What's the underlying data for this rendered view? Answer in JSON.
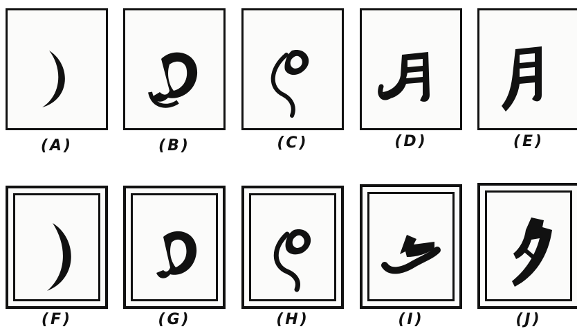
{
  "panels": [
    {
      "label": "(A)",
      "glyph": "crescent-glyph"
    },
    {
      "label": "(B)",
      "glyph": "loop-glyph"
    },
    {
      "label": "(C)",
      "glyph": "curl-glyph"
    },
    {
      "label": "(D)",
      "glyph": "yue-glyph"
    },
    {
      "label": "(E)",
      "glyph": "yue-glyph"
    },
    {
      "label": "(F)",
      "glyph": "crescent-glyph"
    },
    {
      "label": "(G)",
      "glyph": "loop-glyph"
    },
    {
      "label": "(H)",
      "glyph": "curl-glyph"
    },
    {
      "label": "(I)",
      "glyph": "hook-glyph"
    },
    {
      "label": "(J)",
      "glyph": "xi-glyph"
    }
  ]
}
